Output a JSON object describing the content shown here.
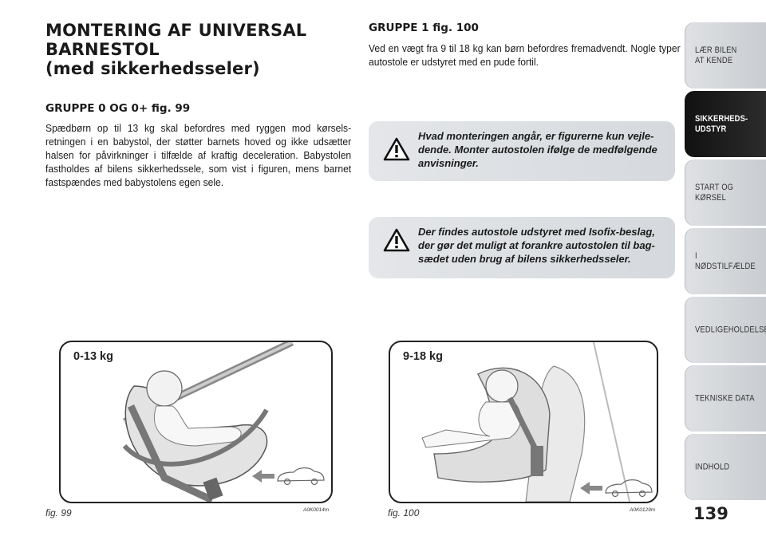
{
  "title_lines": [
    "MONTERING AF UNIVERSAL",
    "BARNESTOL",
    "(med sikkerhedsseler)"
  ],
  "group0": {
    "heading": "GRUPPE 0 OG 0+ fig. 99",
    "body": "Spædbørn op til 13 kg skal befordres med ryggen mod kørsels­retningen i en babystol, der støtter barnets hoved og ikke udsæt­ter halsen for påvirkninger i tilfælde af kraftig deceleration. Baby­stolen fastholdes af bilens sikkerhedssele, som vist i figuren, mens barnet fastspændes med babystolens egen sele."
  },
  "group1": {
    "heading": "GRUPPE 1 fig. 100",
    "body": "Ved en vægt fra 9 til 18 kg kan børn befordres fremadvendt. Nog­le typer autostole er udstyret med en pude fortil."
  },
  "warnings": [
    {
      "icon": "warning-triangle-icon",
      "text": "Hvad monteringen angår, er figurerne kun vejle­dende. Monter autostolen ifølge de medfølgende anvisninger."
    },
    {
      "icon": "warning-triangle-icon",
      "text": "Der findes autostole udstyret med Isofix-beslag, der gør det muligt at forankre autostolen til bag­sædet uden brug af bilens sikkerhedsseler."
    }
  ],
  "figures": [
    {
      "weight_label": "0-13 kg",
      "caption": "fig. 99",
      "code": "A0K0014m"
    },
    {
      "weight_label": "9-18 kg",
      "caption": "fig. 100",
      "code": "A0K0129m"
    }
  ],
  "page_number": "139",
  "tabs": [
    {
      "label": "LÆR BILEN\nAT KENDE",
      "active": false
    },
    {
      "label": "SIKKERHEDS-\nUDSTYR",
      "active": true
    },
    {
      "label": "START OG KØRSEL",
      "active": false
    },
    {
      "label": "I NØDSTILFÆLDE",
      "active": false
    },
    {
      "label": "VEDLIGEHOLDELSE",
      "active": false
    },
    {
      "label": "TEKNISKE DATA",
      "active": false
    },
    {
      "label": "INDHOLD",
      "active": false
    }
  ],
  "colors": {
    "active_tab": "#1a1a1a",
    "tab": "#d3d6da",
    "warning_box": "#dadde1"
  }
}
